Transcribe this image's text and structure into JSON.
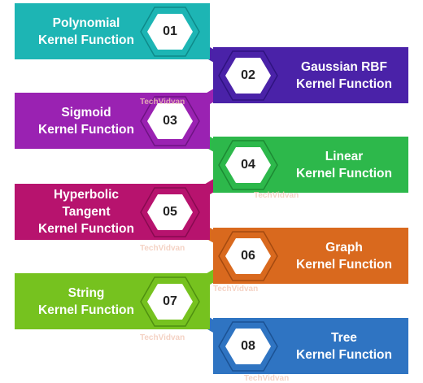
{
  "items": [
    {
      "number": "01",
      "lines": [
        "Polynomial",
        "Kernel Function"
      ],
      "side": "left",
      "color": "#1db5b4",
      "dark": "#0e8a8a"
    },
    {
      "number": "02",
      "lines": [
        "Gaussian RBF",
        "Kernel Function"
      ],
      "side": "right",
      "color": "#4a22a8",
      "dark": "#2f1380"
    },
    {
      "number": "03",
      "lines": [
        "Sigmoid",
        "Kernel Function"
      ],
      "side": "left",
      "color": "#9a22b2",
      "dark": "#6e1383"
    },
    {
      "number": "04",
      "lines": [
        "Linear",
        "Kernel Function"
      ],
      "side": "right",
      "color": "#2db84b",
      "dark": "#1d8a33"
    },
    {
      "number": "05",
      "lines": [
        "Hyperbolic",
        "Tangent",
        "Kernel Function"
      ],
      "side": "left",
      "color": "#b7136e",
      "dark": "#880a50"
    },
    {
      "number": "06",
      "lines": [
        "Graph",
        "Kernel Function"
      ],
      "side": "right",
      "color": "#d9691e",
      "dark": "#a44a10"
    },
    {
      "number": "07",
      "lines": [
        "String",
        "Kernel Function"
      ],
      "side": "left",
      "color": "#76c21f",
      "dark": "#4f9010"
    },
    {
      "number": "08",
      "lines": [
        "Tree",
        "Kernel Function"
      ],
      "side": "right",
      "color": "#2f74c2",
      "dark": "#1b5294"
    }
  ],
  "watermark": "TechVidvan"
}
